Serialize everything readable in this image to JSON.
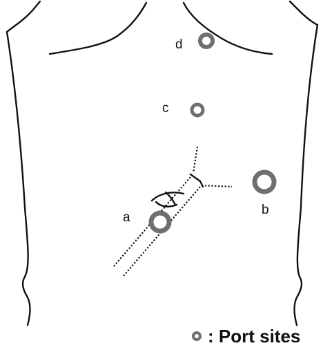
{
  "ports": [
    {
      "id": "a",
      "label": "a",
      "size": "large"
    },
    {
      "id": "b",
      "label": "b",
      "size": "large"
    },
    {
      "id": "c",
      "label": "c",
      "size": "small"
    },
    {
      "id": "d",
      "label": "d",
      "size": "small"
    }
  ],
  "legend": {
    "icon": "port-ring-icon",
    "text": ": Port sites"
  },
  "colors": {
    "outline": "#111111",
    "port_ring": "#6f6f6f",
    "port_center": "#ffffff",
    "background": "#ffffff"
  }
}
